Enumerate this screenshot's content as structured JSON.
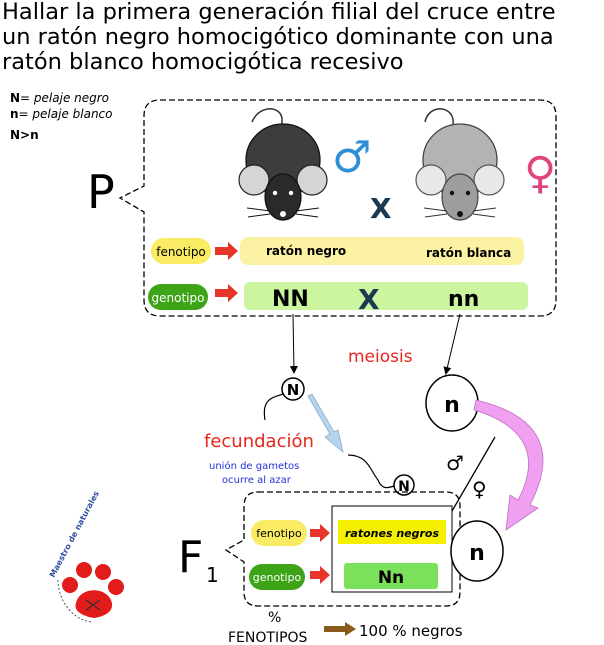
{
  "title_lines": [
    "Hallar la primera generación filial del cruce entre",
    "un ratón negro homocigótico dominante con una",
    "ratón blanco homocigótica recesivo"
  ],
  "legend": {
    "n_upper_key": "N",
    "n_upper_val": "= pelaje negro",
    "n_lower_key": "n",
    "n_lower_val": "= pelaje blanco",
    "dominance": "N>n"
  },
  "parental": {
    "label": "P",
    "male_symbol": "♂",
    "female_symbol": "♀",
    "cross": "X",
    "fenotipo_label": "fenotipo",
    "genotipo_label": "genotipo",
    "phenotype_left": "ratón negro",
    "phenotype_right": "ratón blanca",
    "genotype_left": "NN",
    "genotype_right": "nn"
  },
  "gametes": {
    "meiosis_label": "meiosis",
    "male_gamete": "N",
    "female_gamete": "n",
    "moving_gamete": "N",
    "fecundacion_label": "fecundación",
    "fecundacion_note_line1": "unión de gametos",
    "fecundacion_note_line2": "ocurre al azar",
    "egg_letter": "n",
    "male_small": "♂",
    "female_small": "♀"
  },
  "f1": {
    "label_main": "F",
    "label_sub": "1",
    "fenotipo_label": "fenotipo",
    "genotipo_label": "genotipo",
    "phenotype": "ratones negros",
    "genotype": "Nn",
    "egg_letter": "n",
    "percent_symbol": "%",
    "fenotipos_label": "FENOTIPOS",
    "result": "100 % negros"
  },
  "logo": {
    "text": "Maestro de naturales"
  },
  "colors": {
    "yellow": "#f9eb63",
    "yellow_light": "#fbf3a3",
    "green": "#3ea417",
    "green_light": "#ccf5a0",
    "green_bar": "#7be05a",
    "red_arrow": "#e8352a",
    "blue_symbol": "#2d8fd6",
    "pink_symbol": "#e0447f",
    "cross_color": "#1a3a52",
    "meiosis_red": "#e8261c",
    "note_blue": "#2233dd",
    "pink_arrow": "#f0a0f0",
    "light_blue_arrow": "#b8d4ec",
    "brown_arrow": "#8a5a1a"
  }
}
